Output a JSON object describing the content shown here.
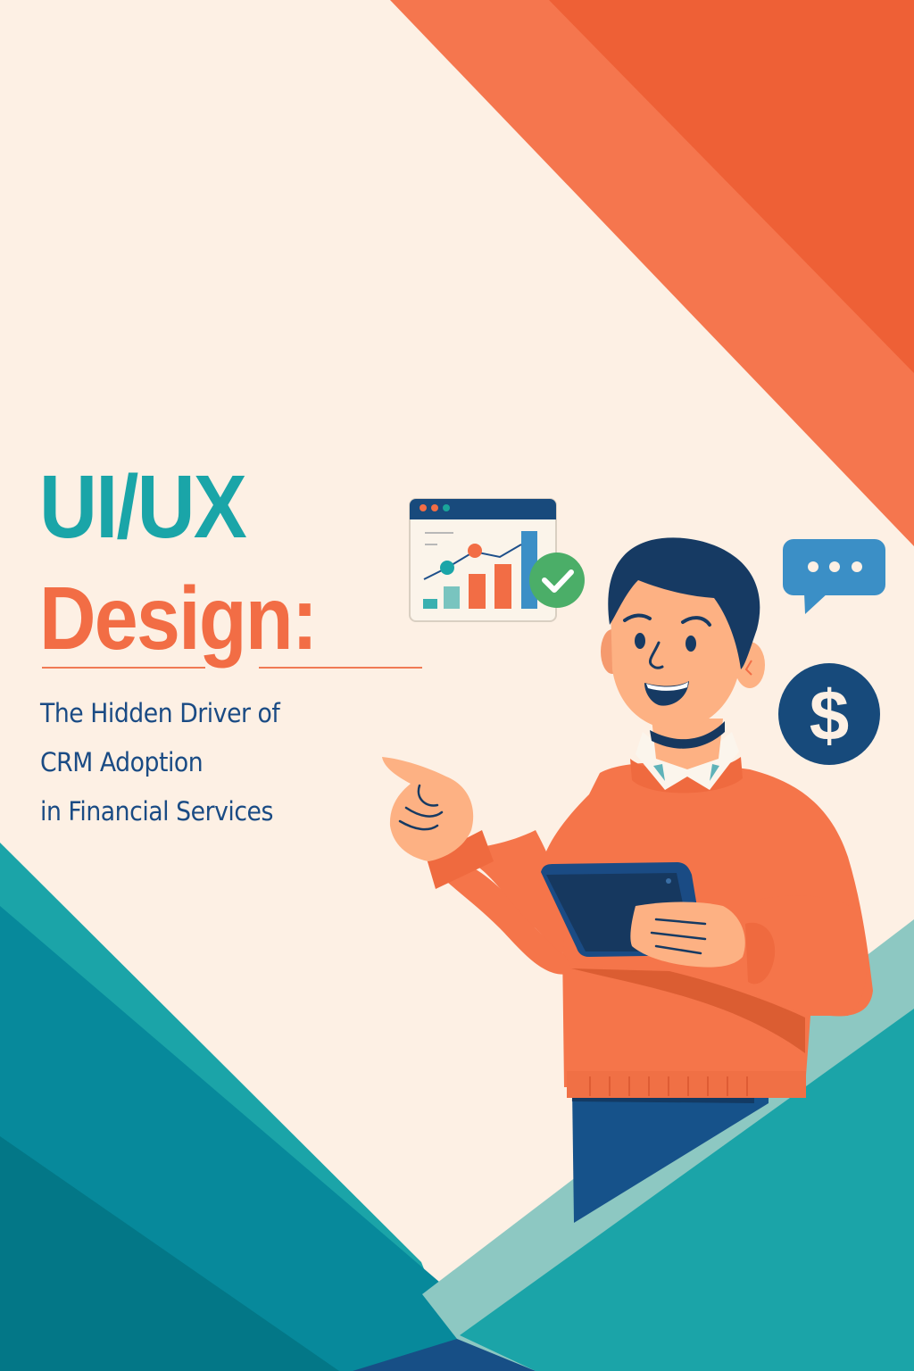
{
  "poster": {
    "title_line1": "UI/UX",
    "title_line2": "Design:",
    "subtitle_lines": [
      "The Hidden Driver of",
      "CRM Adoption",
      "in Financial Services"
    ]
  },
  "icons": {
    "dashboard": "dashboard-window-with-chart-icon",
    "check": "green-checkmark-badge-icon",
    "chat": "chat-bubble-ellipsis-icon",
    "dollar": "dollar-coin-icon",
    "dollar_glyph": "$"
  },
  "colors": {
    "background": "#fdf0e4",
    "teal": "#1aa5a8",
    "orange": "#f26d45",
    "orange_dark": "#ee6036",
    "navy": "#1a4b84",
    "pale_teal": "#8dc8c2",
    "deep_teal": "#06889a",
    "check_green": "#4bae68",
    "chat_blue": "#3b8fc6"
  }
}
